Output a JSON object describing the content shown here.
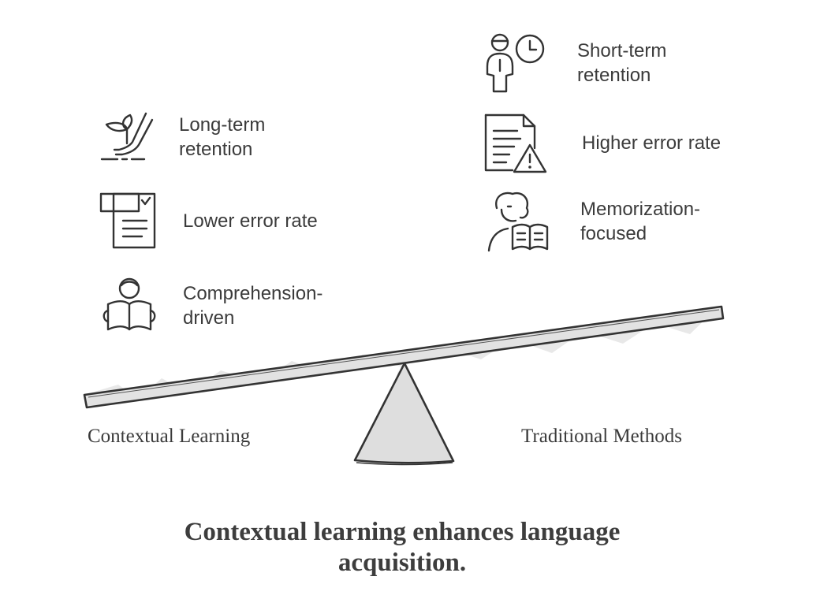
{
  "left_group": {
    "name": "Contextual Learning",
    "items": [
      {
        "icon": "plant-hand-icon",
        "label": [
          "Long-term",
          "retention"
        ]
      },
      {
        "icon": "checked-document-icon",
        "label": [
          "Lower error rate"
        ]
      },
      {
        "icon": "person-reading-icon",
        "label": [
          "Comprehension-",
          "driven"
        ]
      }
    ]
  },
  "right_group": {
    "name": "Traditional Methods",
    "items": [
      {
        "icon": "person-clock-icon",
        "label": [
          "Short-term",
          "retention"
        ]
      },
      {
        "icon": "document-warning-icon",
        "label": [
          "Higher error rate"
        ]
      },
      {
        "icon": "reader-book-icon",
        "label": [
          "Memorization-",
          "focused"
        ]
      }
    ]
  },
  "title": [
    "Contextual learning enhances language",
    "acquisition."
  ],
  "colors": {
    "ink": "#333333",
    "fill": "#e2e2e2",
    "text": "#3b3b3b"
  }
}
